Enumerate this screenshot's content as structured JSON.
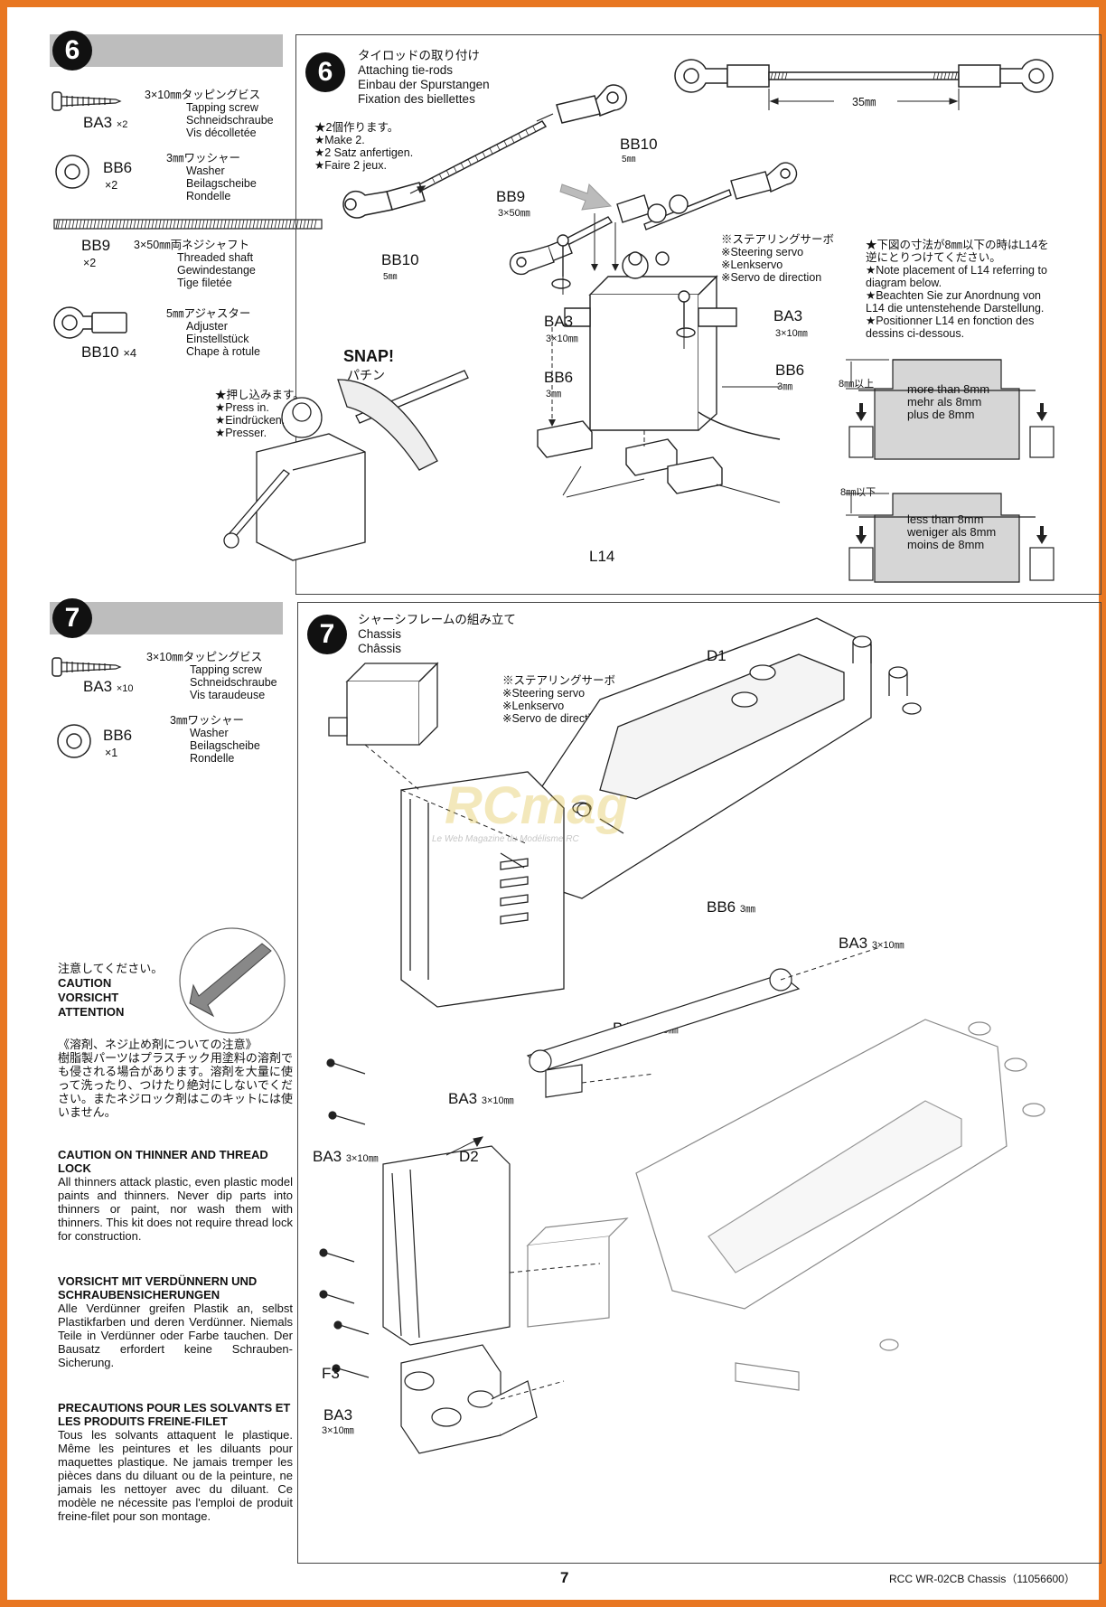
{
  "step6": {
    "number": "6",
    "parts": [
      {
        "code": "BA3",
        "qty": "×2",
        "size": "3×10㎜タッピングビス",
        "names": [
          "Tapping screw",
          "Schneidschraube",
          "Vis décolletée"
        ]
      },
      {
        "code": "BB6",
        "qty": "×2",
        "size": "3㎜ワッシャー",
        "names": [
          "Washer",
          "Beilagscheibe",
          "Rondelle"
        ]
      },
      {
        "code": "BB9",
        "qty": "×2",
        "size": "3×50㎜両ネジシャフト",
        "names": [
          "Threaded shaft",
          "Gewindestange",
          "Tige filetée"
        ]
      },
      {
        "code": "BB10",
        "qty": "×4",
        "size": "5㎜アジャスター",
        "names": [
          "Adjuster",
          "Einstellstück",
          "Chape à rotule"
        ]
      }
    ],
    "title": [
      "タイロッドの取り付け",
      "Attaching tie-rods",
      "Einbau der Spurstangen",
      "Fixation des biellettes"
    ],
    "make2": [
      "★2個作ります。",
      "★Make 2.",
      "★2 Satz anfertigen.",
      "★Faire 2 jeux."
    ],
    "dim_35": "35㎜",
    "bb10_top": "BB10",
    "bb10_top_sub": "5㎜",
    "bb9": "BB9",
    "bb9_sub": "3×50㎜",
    "bb10_left": "BB10",
    "bb10_left_sub": "5㎜",
    "servo_note": [
      "※ステアリングサーボ",
      "※Steering servo",
      "※Lenkservo",
      "※Servo de direction"
    ],
    "placement_note": [
      "★下図の寸法が8㎜以下の時はL14を",
      "逆にとりつけてください。",
      "★Note placement of L14 referring to",
      "diagram below.",
      "★Beachten Sie zur Anordnung von",
      "L14 die untenstehende Darstellung.",
      "★Positionner L14 en fonction des",
      "dessins ci-dessous."
    ],
    "ba3_l": "BA3",
    "ba3_l_sub": "3×10㎜",
    "ba3_r": "BA3",
    "ba3_r_sub": "3×10㎜",
    "bb6_l": "BB6",
    "bb6_l_sub": "3㎜",
    "bb6_r": "BB6",
    "bb6_r_sub": "3㎜",
    "snap": "SNAP!",
    "snap_jp": "パチン",
    "press": [
      "★押し込みます。",
      "★Press in.",
      "★Eindrücken.",
      "★Presser."
    ],
    "more_dim": "8㎜以上",
    "more": [
      "more than 8mm",
      "mehr als 8mm",
      "plus de 8mm"
    ],
    "less_dim": "8㎜以下",
    "less": [
      "less than 8mm",
      "weniger als 8mm",
      "moins de 8mm"
    ],
    "l14": "L14"
  },
  "step7": {
    "number": "7",
    "parts": [
      {
        "code": "BA3",
        "qty": "×10",
        "size": "3×10㎜タッピングビス",
        "names": [
          "Tapping screw",
          "Schneidschraube",
          "Vis taraudeuse"
        ]
      },
      {
        "code": "BB6",
        "qty": "×1",
        "size": "3㎜ワッシャー",
        "names": [
          "Washer",
          "Beilagscheibe",
          "Rondelle"
        ]
      }
    ],
    "title": [
      "シャーシフレームの組み立て",
      "Chassis",
      "Châssis"
    ],
    "servo_note": [
      "※ステアリングサーボ",
      "※Steering servo",
      "※Lenkservo",
      "※Servo de direction"
    ],
    "d1": "D1",
    "bb6": "BB6",
    "bb6_sub": "3㎜",
    "ba3_a": "BA3",
    "ba3_a_sub": "3×10㎜",
    "ba3_b": "BA3",
    "ba3_b_sub": "3×10㎜",
    "ba3_c": "BA3",
    "ba3_c_sub": "3×10㎜",
    "ba3_d": "BA3",
    "ba3_d_sub": "3×10㎜",
    "ba3_e": "BA3",
    "ba3_e_sub": "3×10㎜",
    "d2": "D2",
    "f3": "F3"
  },
  "caution": {
    "head": [
      "注意してください。",
      "CAUTION",
      "VORSICHT",
      "ATTENTION"
    ],
    "jp_title": "《溶剤、ネジ止め剤についての注意》",
    "jp_body": "樹脂製パーツはプラスチック用塗料の溶剤でも侵される場合があります。溶剤を大量に使って洗ったり、つけたり絶対にしないでください。またネジロック剤はこのキットには使いません。",
    "en_title": "CAUTION ON THINNER AND THREAD LOCK",
    "en_body": "All thinners attack plastic, even plastic model paints and thinners. Never dip parts into thinners or paint, nor wash them with thinners. This kit does not require thread lock for construction.",
    "de_title": "VORSICHT MIT VERDÜNNERN UND SCHRAUBENSICHERUNGEN",
    "de_body": "Alle Verdünner greifen Plastik an, selbst Plastikfarben und deren Verdünner. Niemals Teile in Verdünner oder Farbe tauchen. Der Bausatz erfordert keine Schrauben-Sicherung.",
    "fr_title": "PRECAUTIONS POUR LES SOLVANTS ET LES PRODUITS FREINE-FILET",
    "fr_body": "Tous les solvants attaquent le plastique. Même les peintures et les diluants pour maquettes plastique. Ne jamais tremper les pièces dans du diluant ou de la peinture, ne jamais les nettoyer avec du diluant. Ce modèle ne nécessite pas l'emploi de produit freine-filet pour son montage."
  },
  "watermark": {
    "main": "RCmag",
    "sub": "Le Web Magazine du Modélisme RC"
  },
  "footer": {
    "page": "7",
    "ref": "RCC WR-02CB Chassis（11056600）"
  },
  "colors": {
    "border": "#e87722",
    "band": "#bdbdbd"
  }
}
